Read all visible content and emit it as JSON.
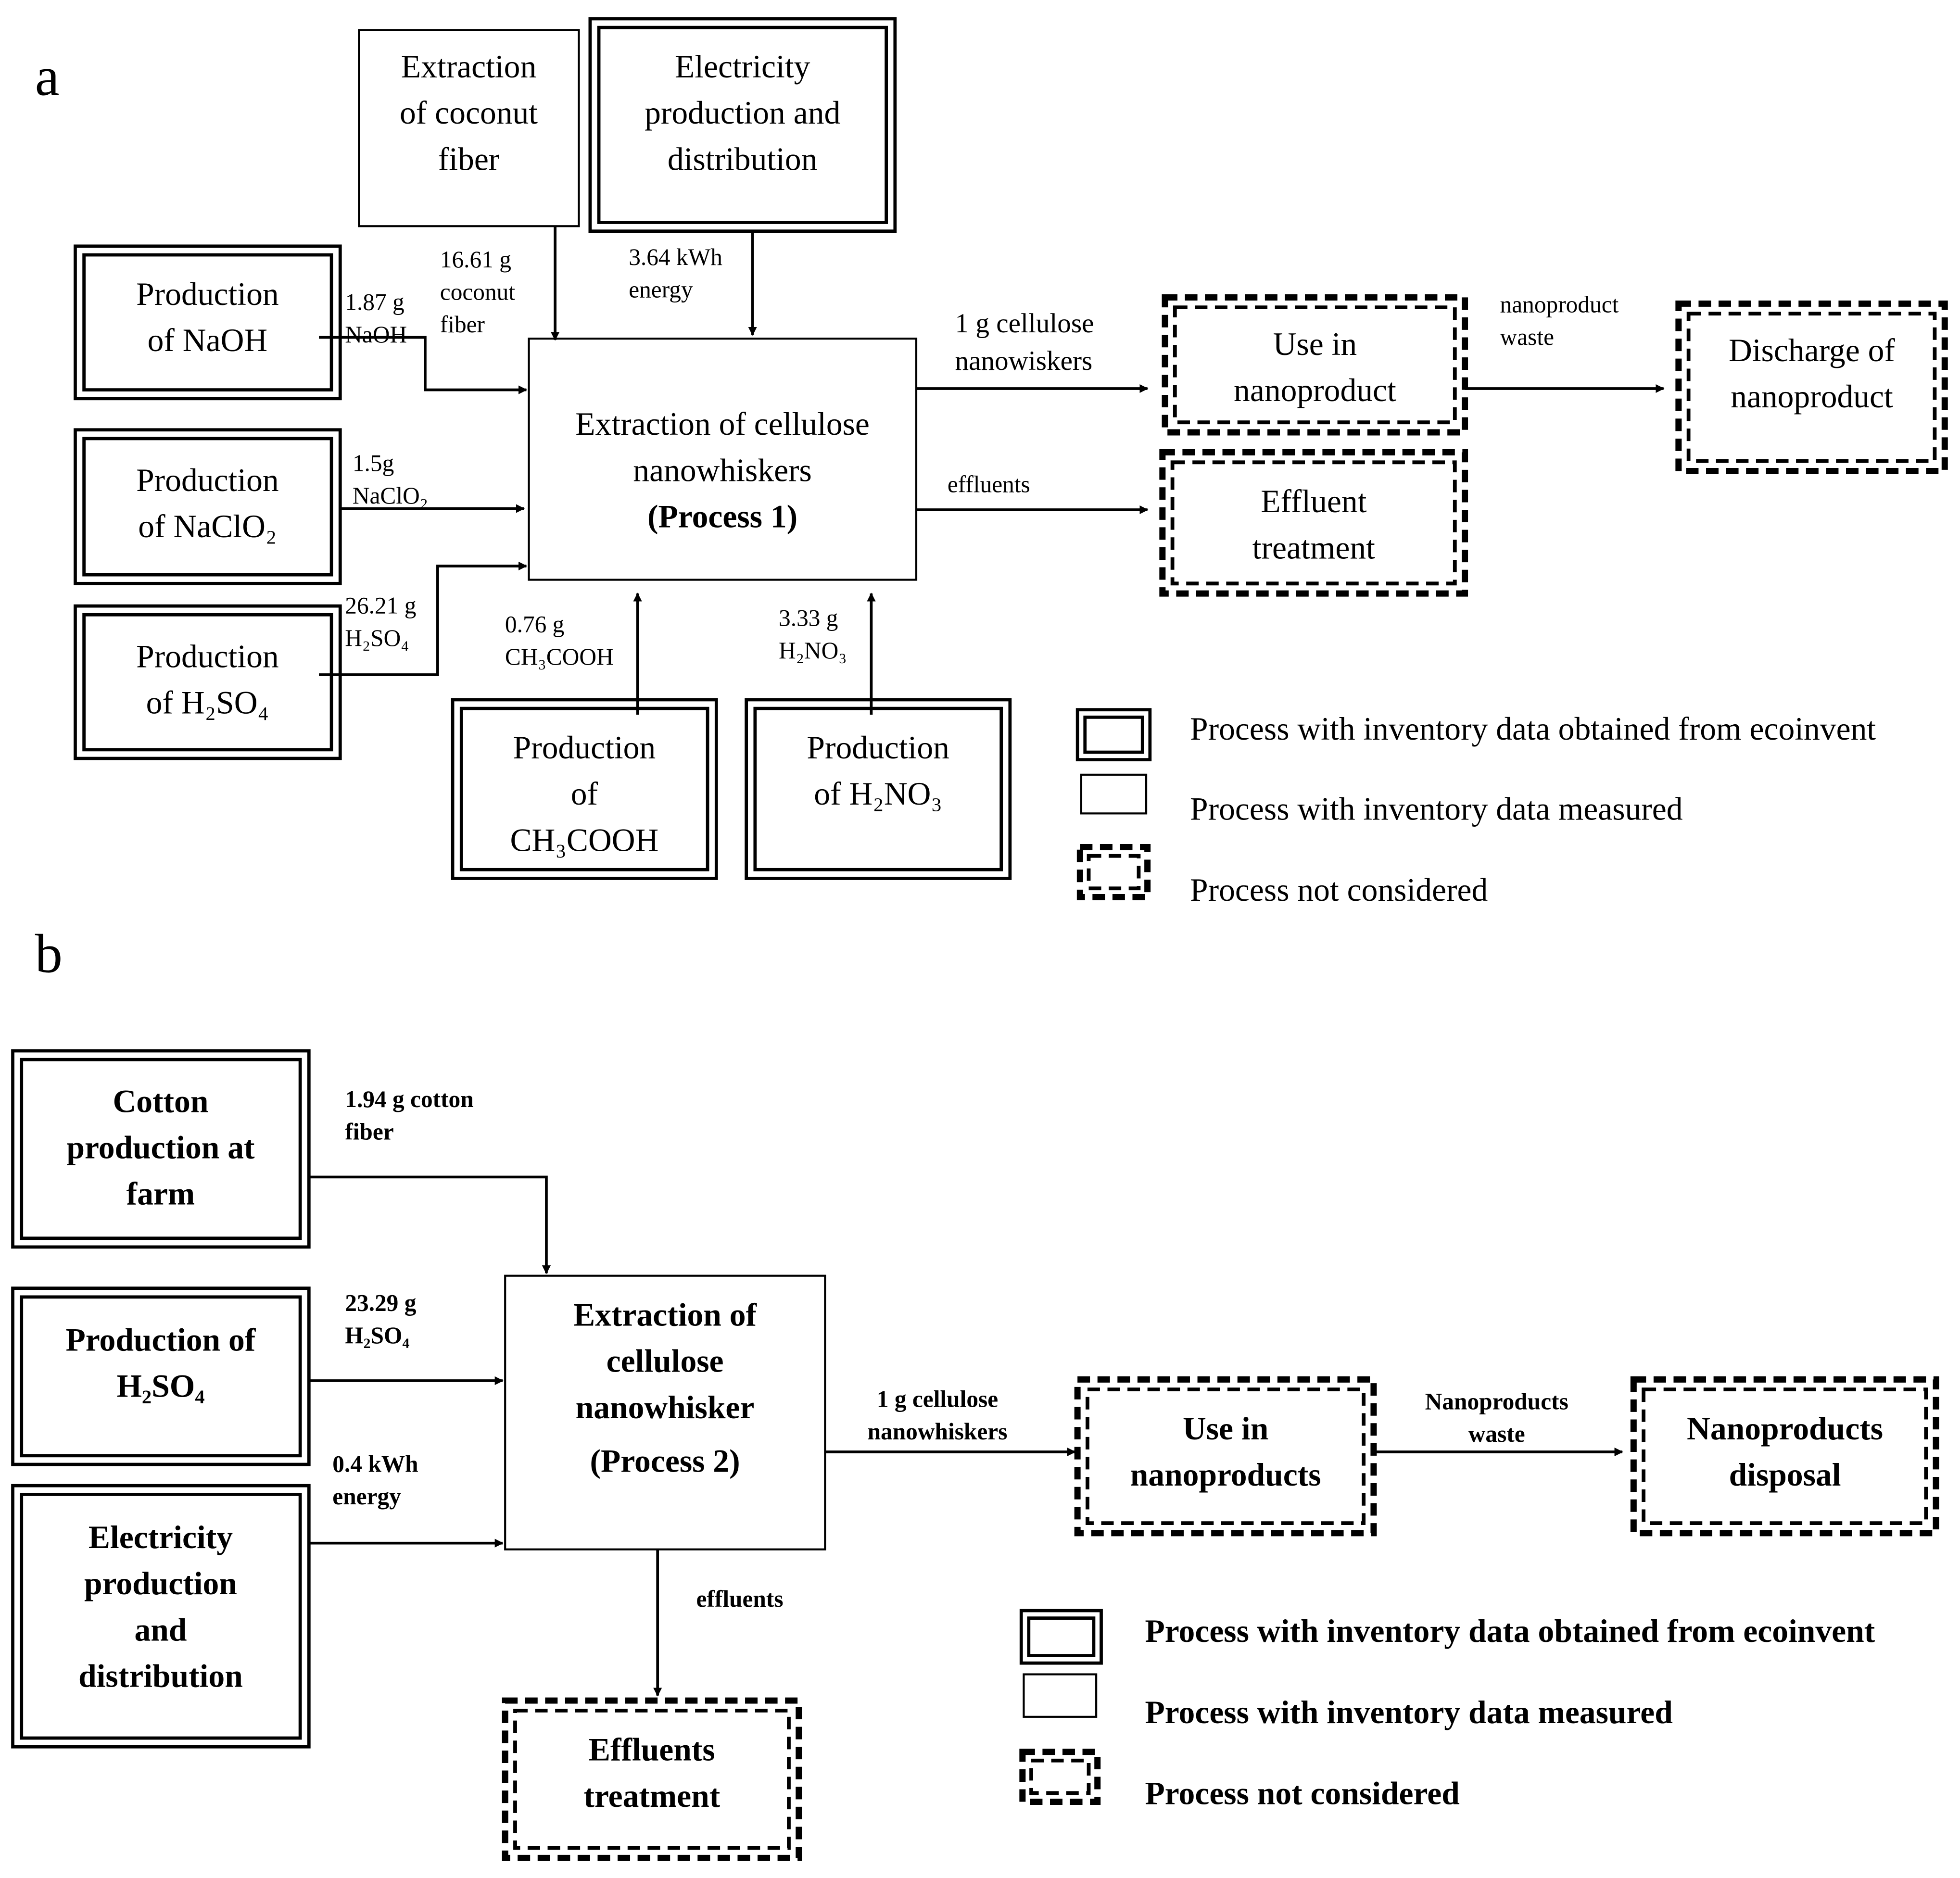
{
  "panel_a": {
    "letter": "a",
    "processes": {
      "coconut": "Extraction\nof coconut\nfiber",
      "electricity": "Electricity\nproduction and\ndistribution",
      "naoh": "Production\nof NaOH",
      "naclo2": "Production\nof NaClO₂",
      "h2so4": "Production\nof H₂SO₄",
      "main": "Extraction of cellulose\nnanowhiskers",
      "main_tag": "(Process 1)",
      "ch3cooh": "Production\nof\nCH₃COOH",
      "h2no3": "Production\nof H₂NO₃",
      "use": "Use in\nnanoproduct",
      "effluent": "Effluent\ntreatment",
      "discharge": "Discharge of\nnanoproduct"
    },
    "flows": {
      "coconut": "16.61 g\ncoconut\nfiber",
      "energy": "3.64  kWh\nenergy",
      "naoh": "1.87 g\nNaOH",
      "naclo2": "1.5g\nNaClO₂",
      "h2so4": "26.21 g\nH₂SO₄",
      "ch3cooh": "0.76 g\nCH₃COOH",
      "h2no3": "3.33 g\nH₂NO₃",
      "output": "1 g cellulose\nnanowiskers",
      "effluents": "effluents",
      "waste": "nanoproduct\nwaste"
    },
    "legend": {
      "ecoinvent": "Process with inventory data obtained from ecoinvent",
      "measured": "Process with inventory data measured",
      "not_considered": "Process not considered"
    }
  },
  "panel_b": {
    "letter": "b",
    "processes": {
      "cotton": "Cotton\nproduction at\nfarm",
      "h2so4": "Production of\nH₂SO₄",
      "electricity": "Electricity\nproduction\nand\ndistribution",
      "main": "Extraction of\ncellulose\nnanowhisker",
      "main_tag": "(Process 2)",
      "use": "Use in\nnanoproducts",
      "disposal": "Nanoproducts\ndisposal",
      "effluents": "Effluents\ntreatment"
    },
    "flows": {
      "cotton": "1.94 g cotton\nfiber",
      "h2so4": "23.29 g\nH₂SO₄",
      "energy": "0.4 kWh\nenergy",
      "output": "1 g cellulose\nnanowhiskers",
      "waste": "Nanoproducts\nwaste",
      "effluents": "effluents"
    },
    "legend": {
      "ecoinvent": "Process with inventory data obtained from ecoinvent",
      "measured": "Process with inventory data measured",
      "not_considered": "Process not considered"
    }
  }
}
